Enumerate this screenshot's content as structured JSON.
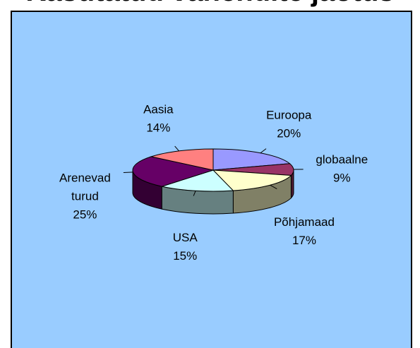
{
  "title": "Kasutatud vahendite jaotus",
  "colors": {
    "plot_background": "#99ccff",
    "border": "#000000"
  },
  "chart_data": {
    "type": "pie",
    "title": "Kasutatud vahendite jaotus",
    "style": "3d",
    "legend": "none",
    "slices": [
      {
        "lines": [
          "Euroopa",
          "20%"
        ],
        "value": 20,
        "color": "#9999ff"
      },
      {
        "lines": [
          "globaalne",
          "9%"
        ],
        "value": 9,
        "color": "#993366"
      },
      {
        "lines": [
          "Põhjamaad",
          "17%"
        ],
        "value": 17,
        "color": "#ffffcc"
      },
      {
        "lines": [
          "USA",
          "15%"
        ],
        "value": 15,
        "color": "#ccffff"
      },
      {
        "lines": [
          "Arenevad",
          "turud",
          "25%"
        ],
        "value": 25,
        "color": "#660066"
      },
      {
        "lines": [
          "Aasia",
          "14%"
        ],
        "value": 14,
        "color": "#ff8080"
      }
    ]
  }
}
